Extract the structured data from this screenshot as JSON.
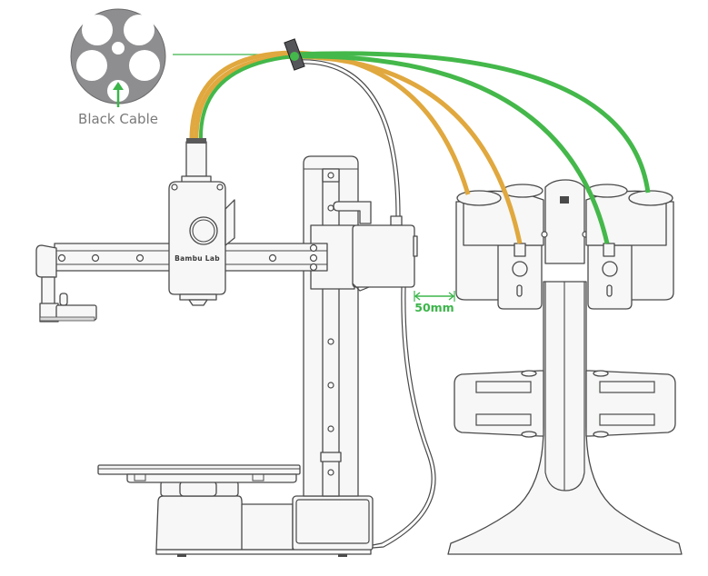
{
  "diagram": {
    "spool_label": "Black Cable",
    "dimension_label": "50mm",
    "brand_label": "Bambu Lab",
    "colors": {
      "cable_orange": "#e0a83e",
      "cable_green": "#44b84a",
      "annotation_green": "#3cb54a",
      "outline": "#4a4a4a",
      "fill": "#f6f7f6",
      "spool_gray": "#8e8e90",
      "clip_dark": "#55565a"
    },
    "components": [
      "spool-cross-section",
      "cable-clip",
      "print-head",
      "x-axis-rail",
      "z-axis-column",
      "print-bed",
      "printer-base",
      "control-box",
      "ams-hub-top",
      "ams-hub-lower",
      "ams-stand"
    ],
    "cables": [
      {
        "color": "orange",
        "to": "hub-left-outer"
      },
      {
        "color": "orange",
        "to": "hub-left-inner"
      },
      {
        "color": "green",
        "to": "hub-right-inner"
      },
      {
        "color": "green",
        "to": "hub-right-outer"
      }
    ]
  }
}
